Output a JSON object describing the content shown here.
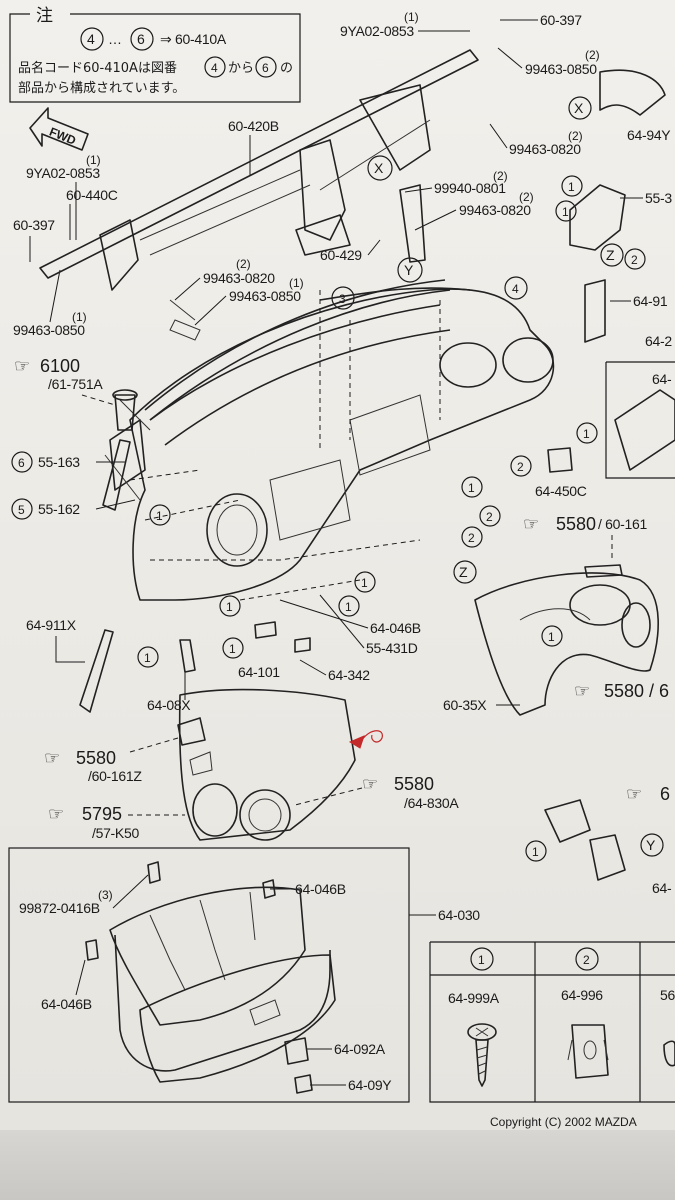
{
  "note_box": {
    "title": "注",
    "line1_from": "4",
    "line1_dots": "…",
    "line1_to": "6",
    "line1_ref": "⇒ 60-410A",
    "line2_a": "品名コード60-410Aは図番",
    "line2_from": "4",
    "line2_b": "から",
    "line2_to": "6",
    "line2_c": "の",
    "line3": "部品から構成されています。"
  },
  "fwd_label": "FWD",
  "callouts": {
    "c1": "1",
    "c2": "2",
    "c3": "3",
    "c4": "4",
    "c5": "5",
    "c6": "6",
    "x": "X",
    "y": "Y",
    "z": "Z"
  },
  "labels": {
    "p_9ya02_0853_top": "9YA02-0853",
    "p_9ya02_0853_top_qty": "(1)",
    "p_60_397_top": "60-397",
    "p_99463_0850_top": "99463-0850",
    "p_99463_0850_top_qty": "(2)",
    "p_64_94y": "64-94Y",
    "p_99463_0820_top": "99463-0820",
    "p_99463_0820_top_qty": "(2)",
    "p_60_420b": "60-420B",
    "p_9ya02_0853_left": "9YA02-0853",
    "p_9ya02_0853_left_qty": "(1)",
    "p_60_440c": "60-440C",
    "p_60_397_left": "60-397",
    "p_99940_0801": "99940-0801",
    "p_99940_0801_qty": "(2)",
    "p_99463_0820_mid": "99463-0820",
    "p_99463_0820_mid_qty": "(2)",
    "p_55_3": "55-3",
    "p_60_429": "60-429",
    "p_99463_0820_low": "99463-0820",
    "p_99463_0820_low_qty": "(2)",
    "p_99463_0850_low": "99463-0850",
    "p_99463_0850_low_qty": "(1)",
    "p_99463_0850_left": "99463-0850",
    "p_99463_0850_left_qty": "(1)",
    "p_64_91_right": "64-91",
    "p_64_2_right": "64-2",
    "p_64_right": "64-",
    "ref_6100": "6100",
    "ref_61_751a": "/61-751A",
    "p_55_163": "55-163",
    "p_55_162": "55-162",
    "p_64_450c": "64-450C",
    "ref_5580_a": "5580",
    "ref_60_161": "/ 60-161",
    "p_64_911x": "64-911X",
    "p_64_046b_mid": "64-046B",
    "p_55_431d": "55-431D",
    "p_64_101": "64-101",
    "p_64_342": "64-342",
    "p_64_08x": "64-08X",
    "p_60_35x": "60-35X",
    "ref_5580_b": "5580 / 6",
    "ref_5580_c": "5580",
    "ref_60_161z": "/60-161Z",
    "ref_5580_d": "5580",
    "ref_64_830a": "/64-830A",
    "ref_5795": "5795",
    "ref_57_k50": "/57-K50",
    "ref_6_right": "6",
    "p_64_right_low": "64-",
    "p_99872_0416b": "99872-0416B",
    "p_99872_0416b_qty": "(3)",
    "p_64_046b_box_top": "64-046B",
    "p_64_030": "64-030",
    "p_64_046b_box_left": "64-046B",
    "p_64_092a": "64-092A",
    "p_64_09y": "64-09Y"
  },
  "fastener_table": {
    "headers": [
      "1",
      "2"
    ],
    "parts": [
      "64-999A",
      "64-996",
      "56"
    ]
  },
  "copyright": "Copyright (C) 2002 MAZDA"
}
